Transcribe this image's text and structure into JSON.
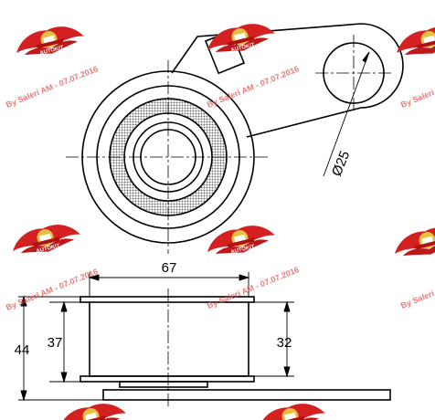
{
  "drawing": {
    "dimensions": {
      "bore_diameter": "Ø25",
      "overall_width": "67",
      "total_height": "44",
      "roller_height": "37",
      "roller_face": "32"
    }
  },
  "watermark": {
    "text": "By Saleri AM - 07.07.2016",
    "logo_label": "AUTOKIT"
  },
  "colors": {
    "line": "#000000",
    "bearing_hatch": "#808080",
    "logo_red": "#d42020",
    "watermark_red": "#e05050"
  }
}
